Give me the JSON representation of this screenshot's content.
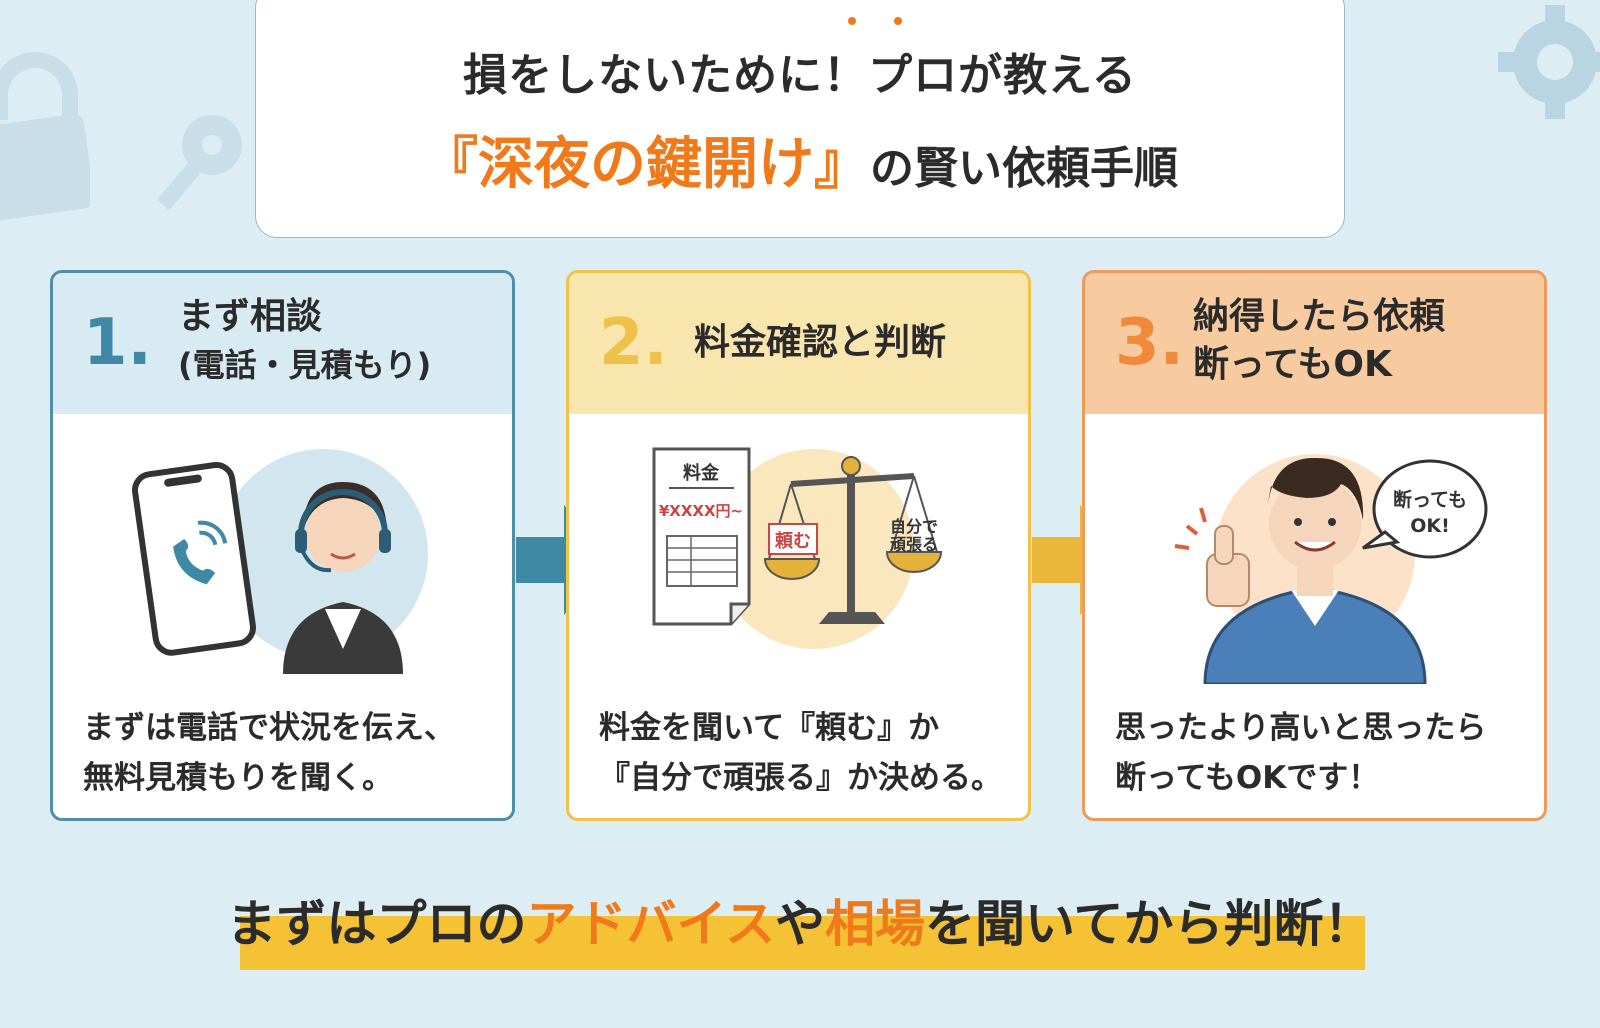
{
  "title": {
    "line1": "損をしないために！プロが教える",
    "line2_highlight": "『深夜の鍵開け』",
    "line2_rest": "の賢い依頼手順"
  },
  "steps": [
    {
      "number": "1.",
      "title_line1": "まず相談",
      "title_line2": "(電話・見積もり)",
      "illustration": "phone-and-operator",
      "desc_line1": "まずは電話で状況を伝え、",
      "desc_line2": "無料見積もりを聞く。"
    },
    {
      "number": "2.",
      "title_line1": "料金確認と判断",
      "title_line2": "",
      "illustration": "price-sheet-and-scale",
      "sheet_label": "料金",
      "sheet_price": "¥XXXX円~",
      "scale_left": "頼む",
      "scale_right_line1": "自分で",
      "scale_right_line2": "頑張る",
      "desc_line1": "料金を聞いて『頼む』か",
      "desc_line2": "『自分で頑張る』か決める。"
    },
    {
      "number": "3.",
      "title_line1": "納得したら依頼",
      "title_line2": "断ってもOK",
      "illustration": "worker-thumbs-up",
      "bubble_line1": "断っても",
      "bubble_line2": "OK!",
      "desc_line1": "思ったより高いと思ったら",
      "desc_line2": "断ってもOKです！"
    }
  ],
  "footer": {
    "part1": "まずはプロの",
    "part2": "アドバイス",
    "part3": "や",
    "part4": "相場",
    "part5": "を聞いてから判断！"
  },
  "colors": {
    "background": "#dcedf4",
    "accent_orange": "#f07a1a",
    "step1": "#4f8ea8",
    "step2": "#f0c24a",
    "step3": "#ef9a59",
    "footer_band": "#f4c234"
  },
  "icons": [
    "padlock-icon",
    "key-icon",
    "gear-icon",
    "phone-icon",
    "headset-icon",
    "scale-icon",
    "thumbs-up-icon",
    "arrow-right-icon"
  ]
}
